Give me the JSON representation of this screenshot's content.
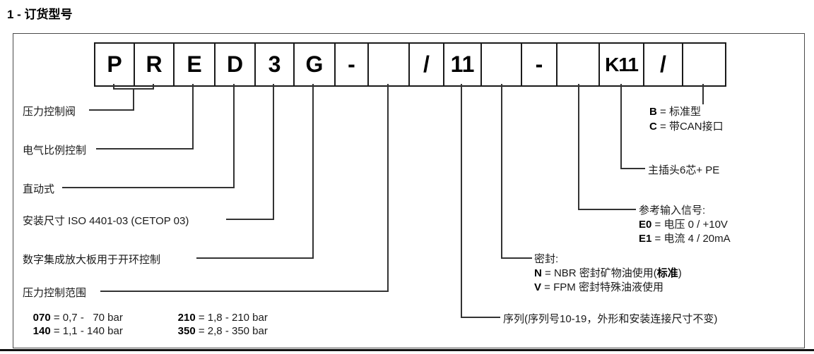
{
  "title": "1 - 订货型号",
  "code_cells": [
    {
      "label": "P"
    },
    {
      "label": "R"
    },
    {
      "label": "E"
    },
    {
      "label": "D"
    },
    {
      "label": "3"
    },
    {
      "label": "G"
    },
    {
      "label": "-"
    },
    {
      "label": ""
    },
    {
      "label": "/"
    },
    {
      "label": "11"
    },
    {
      "label": ""
    },
    {
      "label": "-"
    },
    {
      "label": ""
    },
    {
      "label": "K11"
    },
    {
      "label": "/"
    },
    {
      "label": ""
    }
  ],
  "left": {
    "pressure_valve_label": "压力控制阀",
    "proportional_label": "电气比例控制",
    "direct_acting_label": "直动式",
    "mounting_label": "安装尺寸 ISO 4401-03 (CETOP 03)",
    "amplifier_label": "数字集成放大板用于开环控制",
    "pressure_range_label": "压力控制范围",
    "range_rows": [
      {
        "code1": "070",
        "text1": " = 0,7 -   70 bar",
        "code2": "210",
        "text2": " = 1,8 - 210 bar"
      },
      {
        "code1": "140",
        "text1": " = 1,1 - 140 bar",
        "code2": "350",
        "text2": " = 2,8 - 350 bar"
      }
    ]
  },
  "right": {
    "variant_b_code": "B",
    "variant_b_text": " = 标准型",
    "variant_c_code": "C",
    "variant_c_text": " = 带CAN接口",
    "plug_label": "主插头6芯+ PE",
    "ref_signal_title": "参考输入信号:",
    "e0_code": "E0",
    "e0_text": " = 电压 0 / +10V",
    "e1_code": "E1",
    "e1_text": " = 电流 4 / 20mA",
    "seal_title": "密封:",
    "seal_n_code": "N",
    "seal_n_text_pre": " = NBR 密封矿物油使用(",
    "seal_n_bold": "标准",
    "seal_n_text_post": ")",
    "seal_v_code": "V",
    "seal_v_text": " = FPM 密封特殊油液使用",
    "series_label": "序列(序列号10-19，外形和安装连接尺寸不变)"
  }
}
